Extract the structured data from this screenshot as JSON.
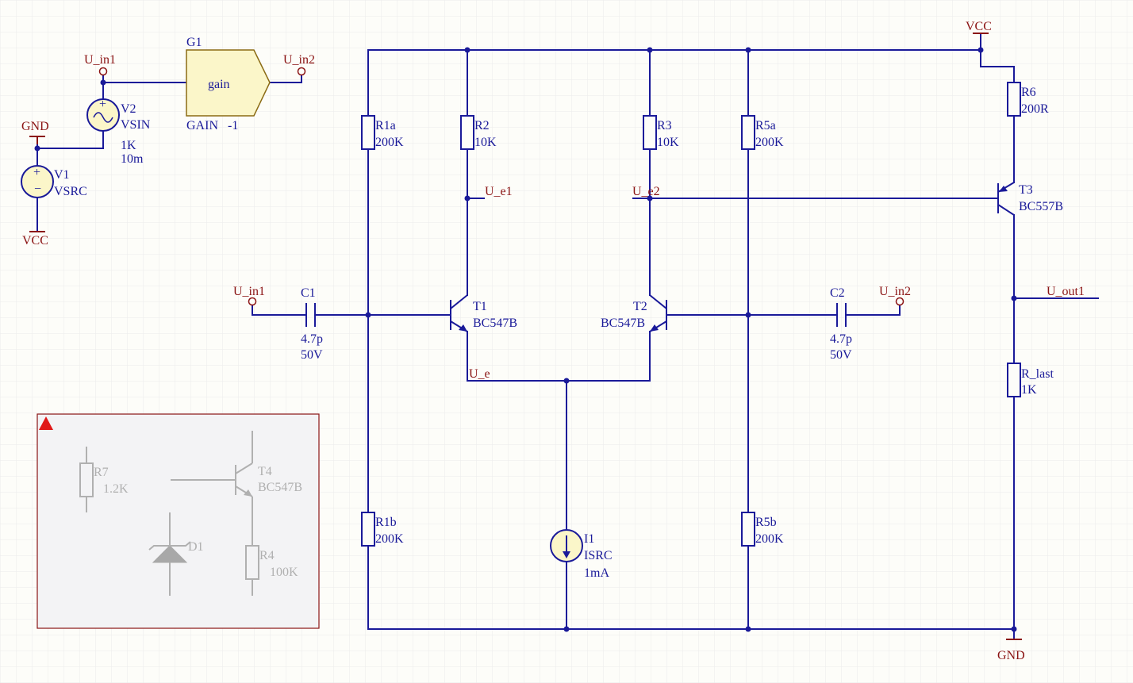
{
  "colors": {
    "wire": "#1a1a99",
    "net": "#8b1414",
    "body": "#fbf6c9",
    "grid": "#e6e6e6",
    "dimmed": "#b0b0b0"
  },
  "nets": {
    "vcc": "VCC",
    "gnd": "GND",
    "u_in1": "U_in1",
    "u_in2": "U_in2",
    "u_e1": "U_e1",
    "u_e2": "U_e2",
    "u_e": "U_e",
    "u_out1": "U_out1"
  },
  "components": {
    "G1": {
      "ref": "G1",
      "body": "gain",
      "param": "GAIN   -1"
    },
    "V1": {
      "ref": "V1",
      "value": "VSRC"
    },
    "V2": {
      "ref": "V2",
      "value": "VSIN",
      "p1": "1K",
      "p2": "10m"
    },
    "R1a": {
      "ref": "R1a",
      "value": "200K"
    },
    "R1b": {
      "ref": "R1b",
      "value": "200K"
    },
    "R2": {
      "ref": "R2",
      "value": "10K"
    },
    "R3": {
      "ref": "R3",
      "value": "10K"
    },
    "R5a": {
      "ref": "R5a",
      "value": "200K"
    },
    "R5b": {
      "ref": "R5b",
      "value": "200K"
    },
    "R6": {
      "ref": "R6",
      "value": "200R"
    },
    "R_last": {
      "ref": "R_last",
      "value": "1K"
    },
    "C1": {
      "ref": "C1",
      "value": "4.7p",
      "voltage": "50V"
    },
    "C2": {
      "ref": "C2",
      "value": "4.7p",
      "voltage": "50V"
    },
    "T1": {
      "ref": "T1",
      "value": "BC547B"
    },
    "T2": {
      "ref": "T2",
      "value": "BC547B"
    },
    "T3": {
      "ref": "T3",
      "value": "BC557B"
    },
    "I1": {
      "ref": "I1",
      "value": "ISRC",
      "amp": "1mA"
    }
  },
  "disabled_block": {
    "R7": {
      "ref": "R7",
      "value": "1.2K"
    },
    "R4": {
      "ref": "R4",
      "value": "100K"
    },
    "T4": {
      "ref": "T4",
      "value": "BC547B"
    },
    "D1": {
      "ref": "D1"
    }
  }
}
